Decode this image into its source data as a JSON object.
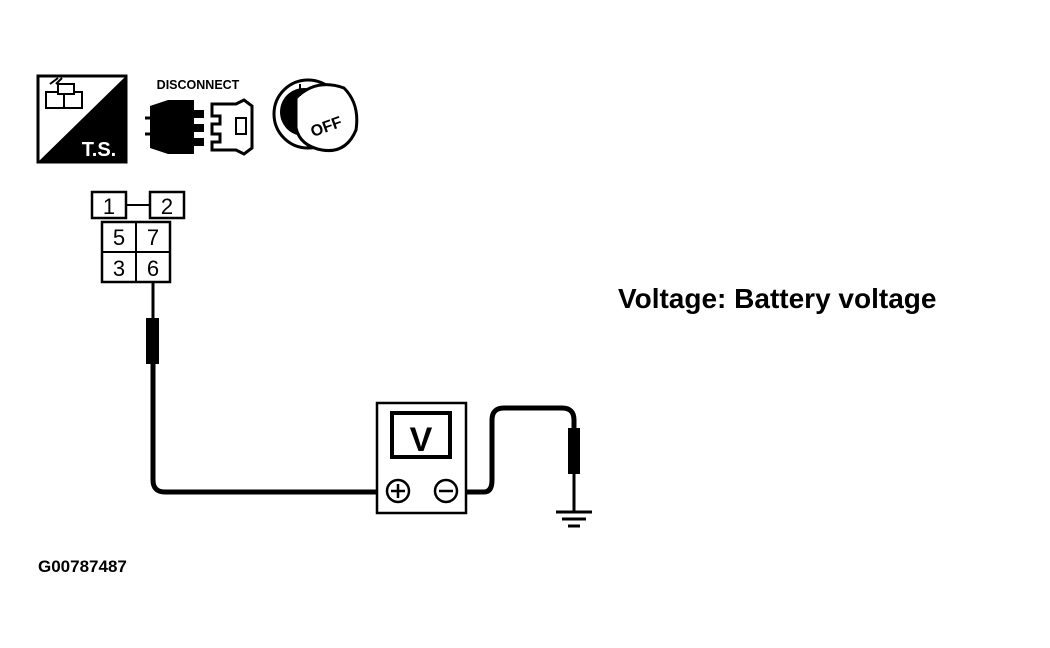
{
  "icons": [
    {
      "name": "ts-connector-icon",
      "label": "T.S."
    },
    {
      "name": "disconnect-connector-icon",
      "label": "DISCONNECT"
    },
    {
      "name": "ignition-key-icon",
      "label": "OFF"
    }
  ],
  "connector": {
    "pins": [
      "1",
      "2",
      "5",
      "7",
      "3",
      "6"
    ]
  },
  "meter": {
    "label": "V",
    "positive_icon": "plus-terminal-icon",
    "negative_icon": "minus-terminal-icon"
  },
  "spec_text": "Voltage: Battery voltage",
  "figure_id": "G00787487",
  "colors": {
    "ink": "#000000",
    "paper": "#ffffff"
  }
}
